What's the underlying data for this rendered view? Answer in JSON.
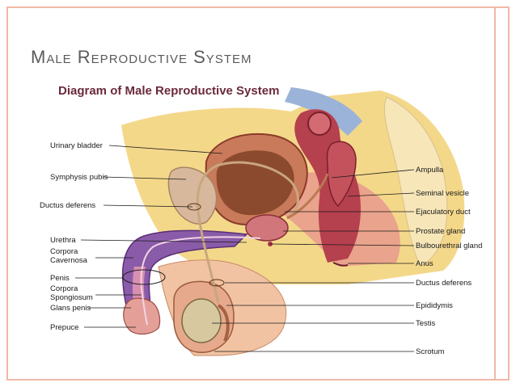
{
  "slide": {
    "title": "Male Reproductive System"
  },
  "diagram": {
    "title": "Diagram of Male Reproductive System",
    "labels_left": {
      "urinary_bladder": "Urinary bladder",
      "symphysis_pubis": "Symphysis pubis",
      "ductus_deferens": "Ductus deferens",
      "urethra": "Urethra",
      "corpora_cavernosa_1": "Corpora",
      "corpora_cavernosa_2": "Cavernosa",
      "penis": "Penis",
      "corpora_spongiosum_1": "Corpora",
      "corpora_spongiosum_2": "Spongiosum",
      "glans_penis": "Glans penis",
      "prepuce": "Prepuce"
    },
    "labels_right": {
      "ampulla": "Ampulla",
      "seminal_vesicle": "Seminal vesicle",
      "ejaculatory_duct": "Ejaculatory duct",
      "prostate_gland": "Prostate gland",
      "bulbourethral_gland": "Bulbourethral gland",
      "anus": "Anus",
      "ductus_deferens": "Ductus deferens",
      "epididymis": "Epididymis",
      "testis": "Testis",
      "scrotum": "Scrotum"
    }
  }
}
